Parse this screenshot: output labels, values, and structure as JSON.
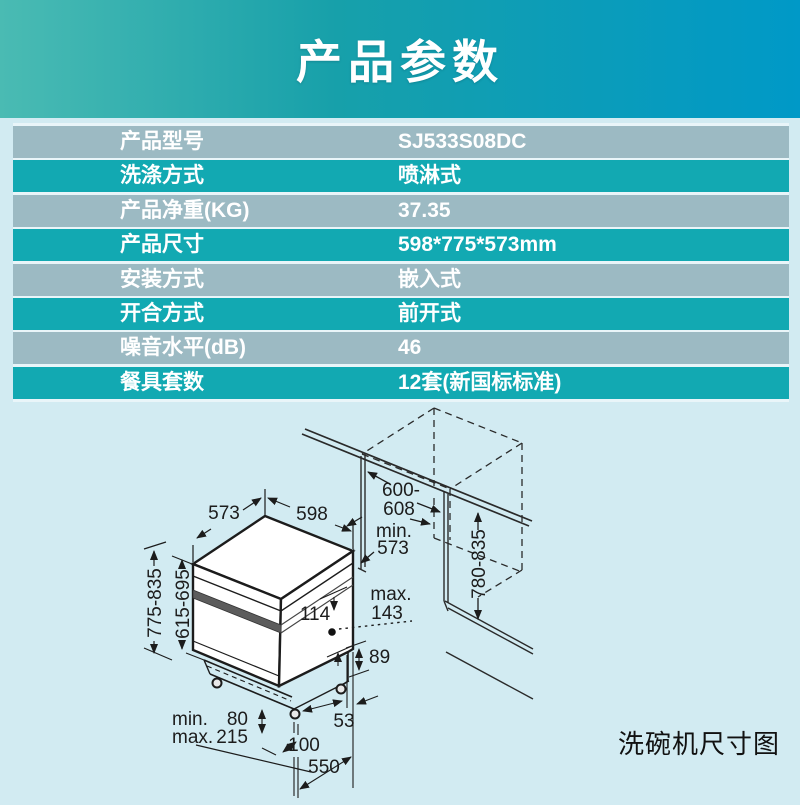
{
  "header": {
    "title": "产品参数"
  },
  "colors": {
    "page_bg": "#d2ebf2",
    "header_gradient_left": "#4abbb3",
    "header_gradient_right": "#0099c7",
    "row_teal": "#12a9b2",
    "row_grey": "#9cbac3"
  },
  "table": {
    "rows": [
      {
        "label": "产品型号",
        "value": "SJ533S08DC"
      },
      {
        "label": "洗涤方式",
        "value": "喷淋式"
      },
      {
        "label": "产品净重(KG)",
        "value": "37.35"
      },
      {
        "label": "产品尺寸",
        "value": "598*775*573mm"
      },
      {
        "label": "安装方式",
        "value": "嵌入式"
      },
      {
        "label": "开合方式",
        "value": "前开式"
      },
      {
        "label": "噪音水平(dB)",
        "value": "46"
      },
      {
        "label": "餐具套数",
        "value": "12套(新国标标准)"
      }
    ]
  },
  "diagram": {
    "caption": "洗碗机尺寸图",
    "labels": {
      "depth_top": "573",
      "width_top": "598",
      "niche_width_line1": "600-",
      "niche_width_line2": "608",
      "niche_depth_line1": "min.",
      "niche_depth_line2": "573",
      "panel_height": "780-835",
      "total_height": "775-835",
      "door_height": "615-695",
      "top_gap": "114",
      "handle_max_label": "max.",
      "handle_max_value": "143",
      "step_height": "89",
      "plinth_min_label": "min.",
      "plinth_min_value": "80",
      "plinth_max_label": "max.",
      "plinth_max_value": "215",
      "foot_offset": "53",
      "foot_inset": "100",
      "base_depth": "550"
    }
  }
}
